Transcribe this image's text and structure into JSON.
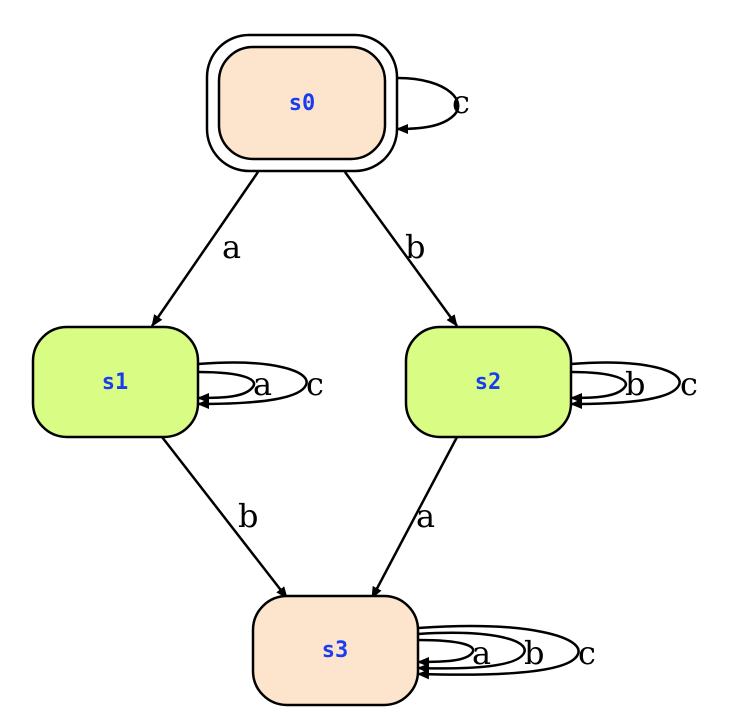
{
  "colors": {
    "initial_state_fill": "#fce5cc",
    "final_state_fill": "#fce5cc",
    "middle_state_fill": "#d8fc84",
    "label_color": "#1a3cf0",
    "stroke": "#000000"
  },
  "states": {
    "s0": "s0",
    "s1": "s1",
    "s2": "s2",
    "s3": "s3"
  },
  "transitions": {
    "s0_self": "c",
    "s0_to_s1": "a",
    "s0_to_s2": "b",
    "s1_self_a": "a",
    "s1_self_c": "c",
    "s2_self_b": "b",
    "s2_self_c": "c",
    "s1_to_s3": "b",
    "s2_to_s3": "a",
    "s3_self_a": "a",
    "s3_self_b": "b",
    "s3_self_c": "c"
  }
}
